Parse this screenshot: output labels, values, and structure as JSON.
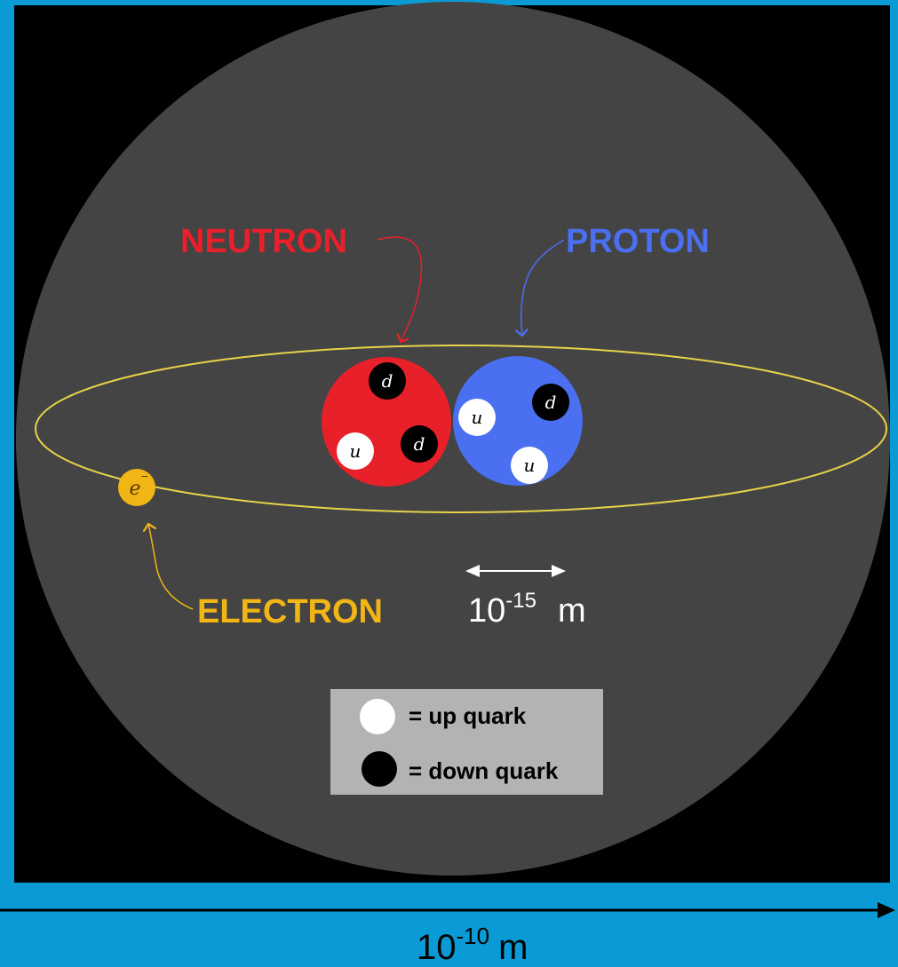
{
  "labels": {
    "neutron": "NEUTRON",
    "proton": "PROTON",
    "electron": "ELECTRON"
  },
  "quarks": {
    "up": "u",
    "down": "d"
  },
  "electron_symbol": {
    "letter": "e",
    "charge": "−"
  },
  "nucleus_scale": {
    "base": "10",
    "exponent": "-15",
    "unit": "m"
  },
  "atom_scale": {
    "base": "10",
    "exponent": "-10",
    "unit": "m"
  },
  "legend": {
    "up_label": "= up quark",
    "down_label": "= down quark"
  },
  "colors": {
    "frame": "#0a9bd6",
    "background": "#000000",
    "atom": "#444444",
    "orbit": "#e8d24a",
    "neutron": "#e8202a",
    "proton": "#4a6ff0",
    "up_quark": "#ffffff",
    "down_quark": "#000000",
    "electron": "#f2b516",
    "neutron_label": "#e8202a",
    "proton_label": "#4a6ff0",
    "electron_label": "#f2b516",
    "legend_bg": "#b3b3b3"
  }
}
